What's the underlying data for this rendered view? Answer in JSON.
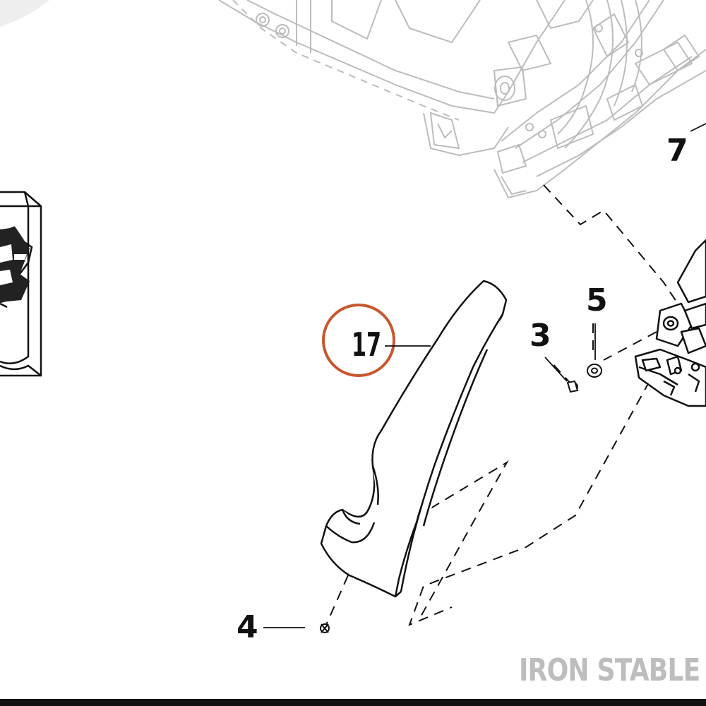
{
  "callouts": {
    "c3": "3",
    "c4": "4",
    "c5": "5",
    "c7": "7",
    "c17": "17"
  },
  "watermark": "IRON STABLE",
  "colors": {
    "highlight_circle": "#c8572e",
    "faded_frame": "#bcbcbc",
    "line": "#111111",
    "watermark": "#bdbdbd"
  }
}
